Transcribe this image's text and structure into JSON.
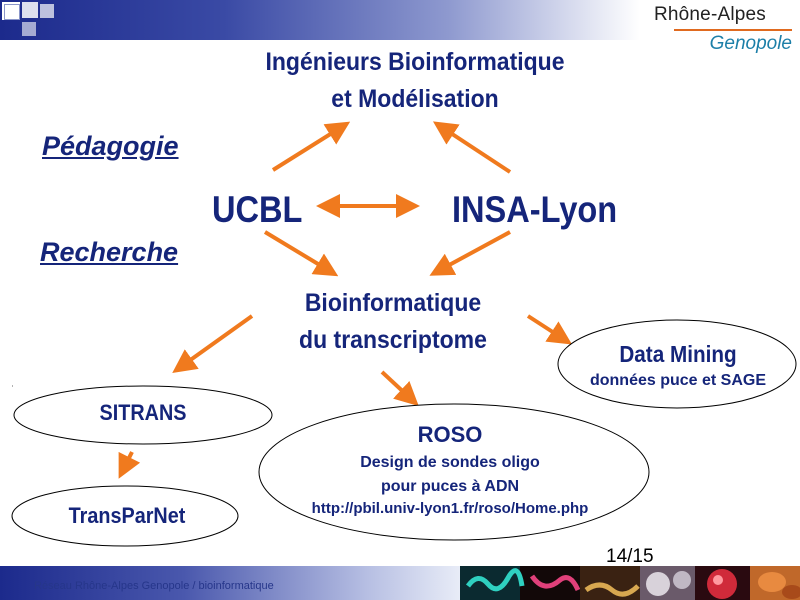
{
  "header": {
    "logo_line1": "Rhône-Alpes",
    "logo_line2": "Genopole",
    "title_line1": "Ingénieurs Bioinformatique",
    "title_line2": "et Modélisation"
  },
  "labels": {
    "pedagogie": "Pédagogie",
    "recherche": "Recherche",
    "ucbl": "UCBL",
    "insa": "INSA-Lyon",
    "bioinfo_line1": "Bioinformatique",
    "bioinfo_line2": "du transcriptome"
  },
  "ellipses": {
    "datamining_title": "Data Mining",
    "datamining_sub": "données puce et SAGE",
    "sitrans": "SITRANS",
    "transparnet": "TransParNet",
    "roso_title": "ROSO",
    "roso_line1": "Design de sondes oligo",
    "roso_line2": "pour puces à ADN",
    "roso_url": "http://pbil.univ-lyon1.fr/roso/Home.php"
  },
  "footer": {
    "page_number": "14/15",
    "text": "Réseau Rhône-Alpes Genopole / bioinformatique"
  },
  "colors": {
    "title": "#15257a",
    "arrow": "#f07a1e",
    "accent_line": "#e06a1f",
    "logo_genopole": "#1c7fa8"
  }
}
